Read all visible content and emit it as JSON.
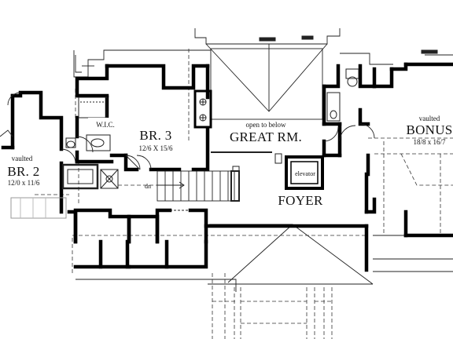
{
  "floor_plan": {
    "rooms": [
      {
        "id": "br2",
        "name": "BR. 2",
        "note": "vaulted",
        "dimensions": "12/0 x 11/6"
      },
      {
        "id": "br3",
        "name": "BR. 3",
        "note": "",
        "dimensions": "12/6 X 15/6"
      },
      {
        "id": "great",
        "name": "GREAT RM.",
        "note": "open to below",
        "dimensions": ""
      },
      {
        "id": "bonus",
        "name": "BONUS",
        "note": "vaulted",
        "dimensions": "18/8 x 16/7"
      },
      {
        "id": "foyer",
        "name": "FOYER",
        "note": "",
        "dimensions": ""
      }
    ],
    "labels": {
      "wic": "W.I.C.",
      "elevator": "elevator",
      "stair_down": "dn"
    }
  }
}
